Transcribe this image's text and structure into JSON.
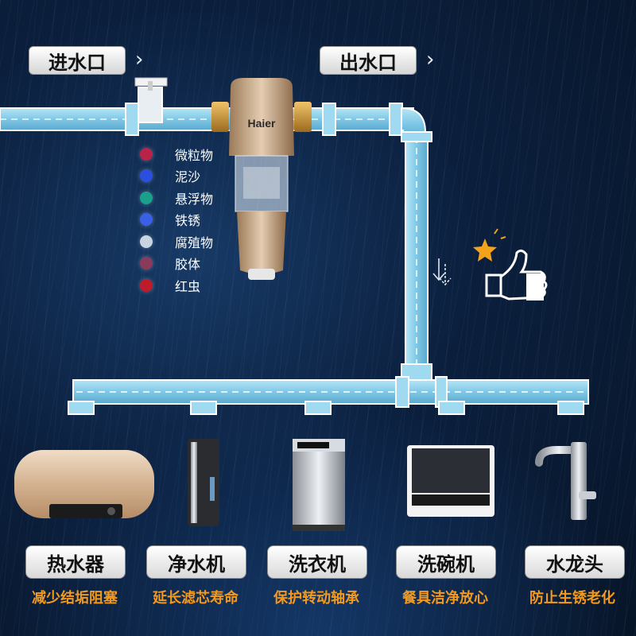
{
  "header": {
    "inlet_label": "进水口",
    "outlet_label": "出水口"
  },
  "filter": {
    "brand": "Haier"
  },
  "contaminants": [
    {
      "label": "微粒物",
      "color": "#b8234a"
    },
    {
      "label": "泥沙",
      "color": "#2a4fe0"
    },
    {
      "label": "悬浮物",
      "color": "#1aa08a"
    },
    {
      "label": "铁锈",
      "color": "#3a5fe8"
    },
    {
      "label": "腐殖物",
      "color": "#c9d4e2"
    },
    {
      "label": "胶体",
      "color": "#8a3a5a"
    },
    {
      "label": "红虫",
      "color": "#c11a2a"
    }
  ],
  "appliances": [
    {
      "name": "热水器",
      "benefit": "减少结垢阻塞"
    },
    {
      "name": "净水机",
      "benefit": "延长滤芯寿命"
    },
    {
      "name": "洗衣机",
      "benefit": "保护转动轴承"
    },
    {
      "name": "洗碗机",
      "benefit": "餐具洁净放心"
    },
    {
      "name": "水龙头",
      "benefit": "防止生锈老化"
    }
  ],
  "colors": {
    "pipe_fill": "#8fd3ec",
    "pipe_edge": "#ffffff",
    "benefit_text": "#f39a1e",
    "filter_body": "#c9a98a"
  }
}
